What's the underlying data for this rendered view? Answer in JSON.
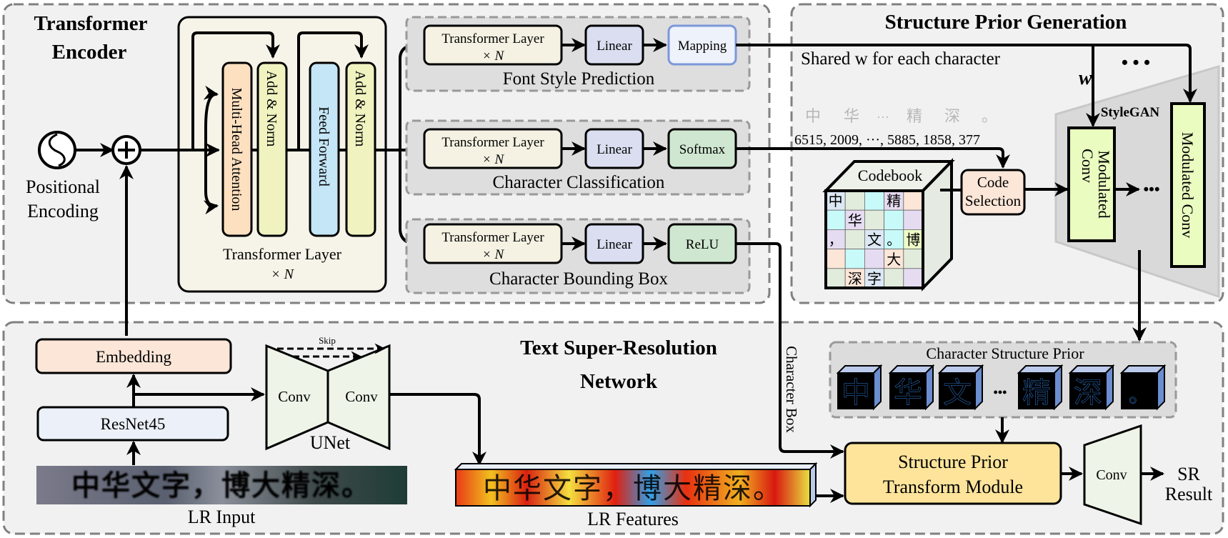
{
  "encoder": {
    "title_line1": "Transformer",
    "title_line2": "Encoder",
    "positional_line1": "Positional",
    "positional_line2": "Encoding",
    "layer_blocks": {
      "mha": "Multi-Head Attention",
      "addnorm1": "Add & Norm",
      "ff": "Feed Forward",
      "addnorm2": "Add & Norm"
    },
    "layer_label": "Transformer Layer",
    "layer_repeat": "× N"
  },
  "heads": [
    {
      "name": "Font Style Prediction",
      "transformer": "Transformer Layer",
      "repeat": "× N",
      "linear": "Linear",
      "output": "Mapping"
    },
    {
      "name": "Character Classification",
      "transformer": "Transformer Layer",
      "repeat": "× N",
      "linear": "Linear",
      "output": "Softmax"
    },
    {
      "name": "Character Bounding Box",
      "transformer": "Transformer Layer",
      "repeat": "× N",
      "linear": "Linear",
      "output": "ReLU"
    }
  ],
  "prior_generation": {
    "title": "Structure Prior Generation",
    "shared_w": "Shared w for each character",
    "w_symbol": "w",
    "ellipsis": "• • •",
    "chars_preview": [
      "中",
      "华",
      "···",
      "精",
      "深",
      "。"
    ],
    "indices": "6515, 2009, ···, 5885, 1858, 377",
    "codebook_label": "Codebook",
    "codebook_cells": [
      [
        "中",
        "",
        "",
        "精",
        ""
      ],
      [
        "",
        "华",
        "",
        "",
        ""
      ],
      [
        "，",
        "",
        "文",
        "。",
        "博"
      ],
      [
        "",
        "",
        "",
        "大",
        ""
      ],
      [
        "",
        "深",
        "字",
        "",
        ""
      ]
    ],
    "code_selection_line1": "Code",
    "code_selection_line2": "Selection",
    "stylegan_label": "StyleGAN",
    "modconv1_line1": "Modulated",
    "modconv1_line2": "Conv",
    "modconv2": "Modulated Conv",
    "mid_ellipsis": "•••"
  },
  "sr_network": {
    "title_line1": "Text Super-Resolution",
    "title_line2": "Network",
    "embedding": "Embedding",
    "resnet": "ResNet45",
    "unet_left": "Conv",
    "unet_right": "Conv",
    "unet_label": "UNet",
    "skip_label": "Skip",
    "lr_input_label": "LR Input",
    "lr_input_text": "中华文字，博大精深。",
    "lr_features_label": "LR Features",
    "lr_features_text": "中华文字，博大精深。",
    "char_box_label": "Character Box",
    "csp_title": "Character Structure Prior",
    "csp_chars": [
      "中",
      "华",
      "文",
      "精",
      "深",
      "。"
    ],
    "csp_ellipsis": "•••",
    "sptm_line1": "Structure Prior",
    "sptm_line2": "Transform Module",
    "final_conv": "Conv",
    "result_line1": "SR",
    "result_line2": "Result"
  },
  "colors": {
    "panel_bg": "#f1f1f1",
    "panel_border": "#808080",
    "head_bg": "#dedede",
    "layer_bg": "#f6f4e8",
    "mha": "#fde0c0",
    "addnorm": "#f0f2c0",
    "feedforward": "#c4e6f6",
    "transformer_box": "#f5f2e3",
    "linear": "#dadef0",
    "mapping": "#eef2fb",
    "mapping_border": "#7c98d8",
    "green_box": "#cfe7d0",
    "code_selection": "#fbe6d8",
    "modconv": "#eafcc0",
    "stylegan_bg": "#d9d9d9",
    "embedding": "#fbe6d8",
    "resnet": "#ecf1f9",
    "unet": "#eef5e8",
    "sptm": "#fde49a",
    "csp_bg": "#dcdcdc",
    "cube_front": "#000000",
    "cube_side": "#6b8ed0",
    "cube_top": "#bccbed",
    "csp_glyph": "#1530c8"
  }
}
